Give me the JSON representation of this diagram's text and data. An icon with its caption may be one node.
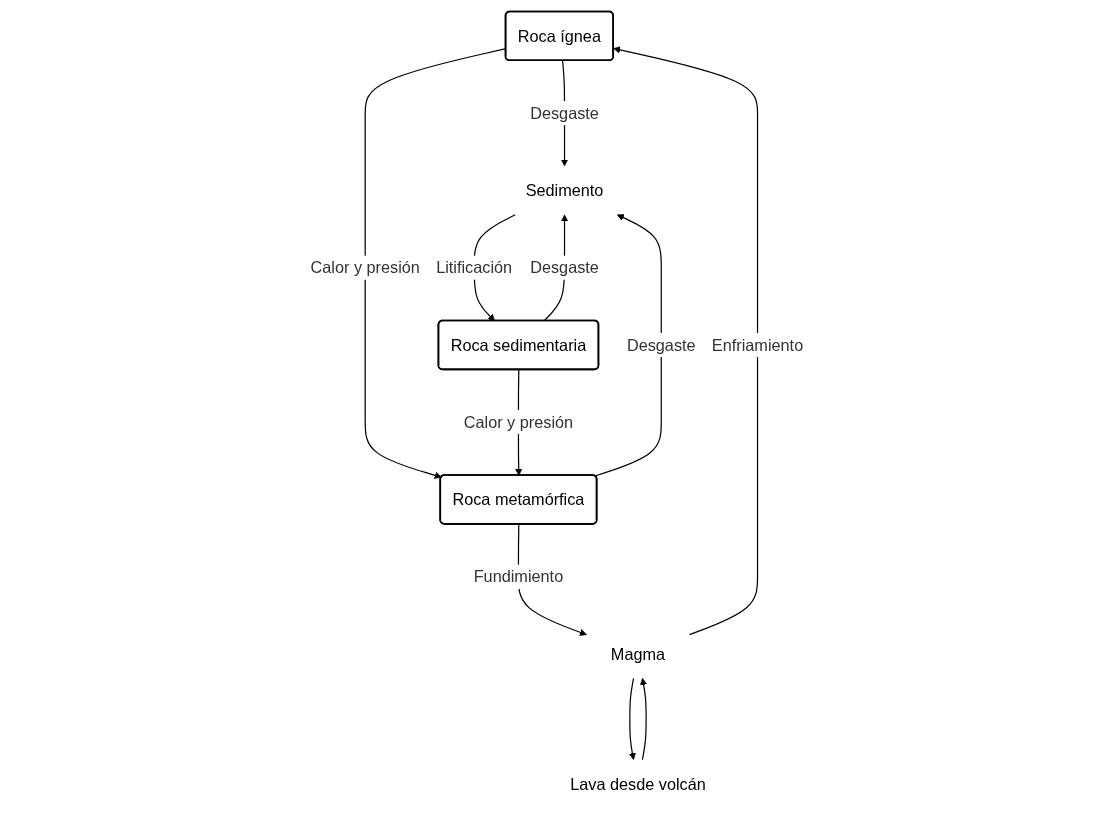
{
  "diagram": {
    "nodes": [
      {
        "text": [
          "Roca ígnea"
        ]
      },
      {
        "text": [
          "Lava desde volcán"
        ]
      },
      {
        "text": [
          "Magma"
        ]
      },
      {
        "text": [
          "Sedimento"
        ]
      },
      {
        "text": [
          "Roca metamórfica"
        ]
      },
      {
        "text": [
          "Roca sedimentaria"
        ]
      }
    ],
    "edges": [
      {
        "from": 2,
        "to": 0,
        "label": "Enfriamiento",
        "arrow": "to"
      },
      {
        "from": 0,
        "to": 3,
        "label": "Desgaste",
        "arrow": "to"
      },
      {
        "from": 0,
        "to": 4,
        "label": "Calor y presión",
        "arrow": "to"
      },
      {
        "from": 1,
        "to": 2,
        "arrow": "to"
      },
      {
        "from": 2,
        "to": 1,
        "arrow": "to"
      },
      {
        "from": 4,
        "to": 3,
        "label": "Desgaste",
        "arrow": "to"
      },
      {
        "from": 3,
        "to": 5,
        "label": "Litificación",
        "arrow": "to"
      },
      {
        "from": 5,
        "to": 3,
        "label": "Desgaste",
        "arrow": "to"
      },
      {
        "from": 4,
        "to": 2,
        "label": "Fundimiento",
        "arrow": "to"
      },
      {
        "from": 5,
        "to": 4,
        "label": "Calor y presión",
        "arrow": "to"
      }
    ]
  }
}
